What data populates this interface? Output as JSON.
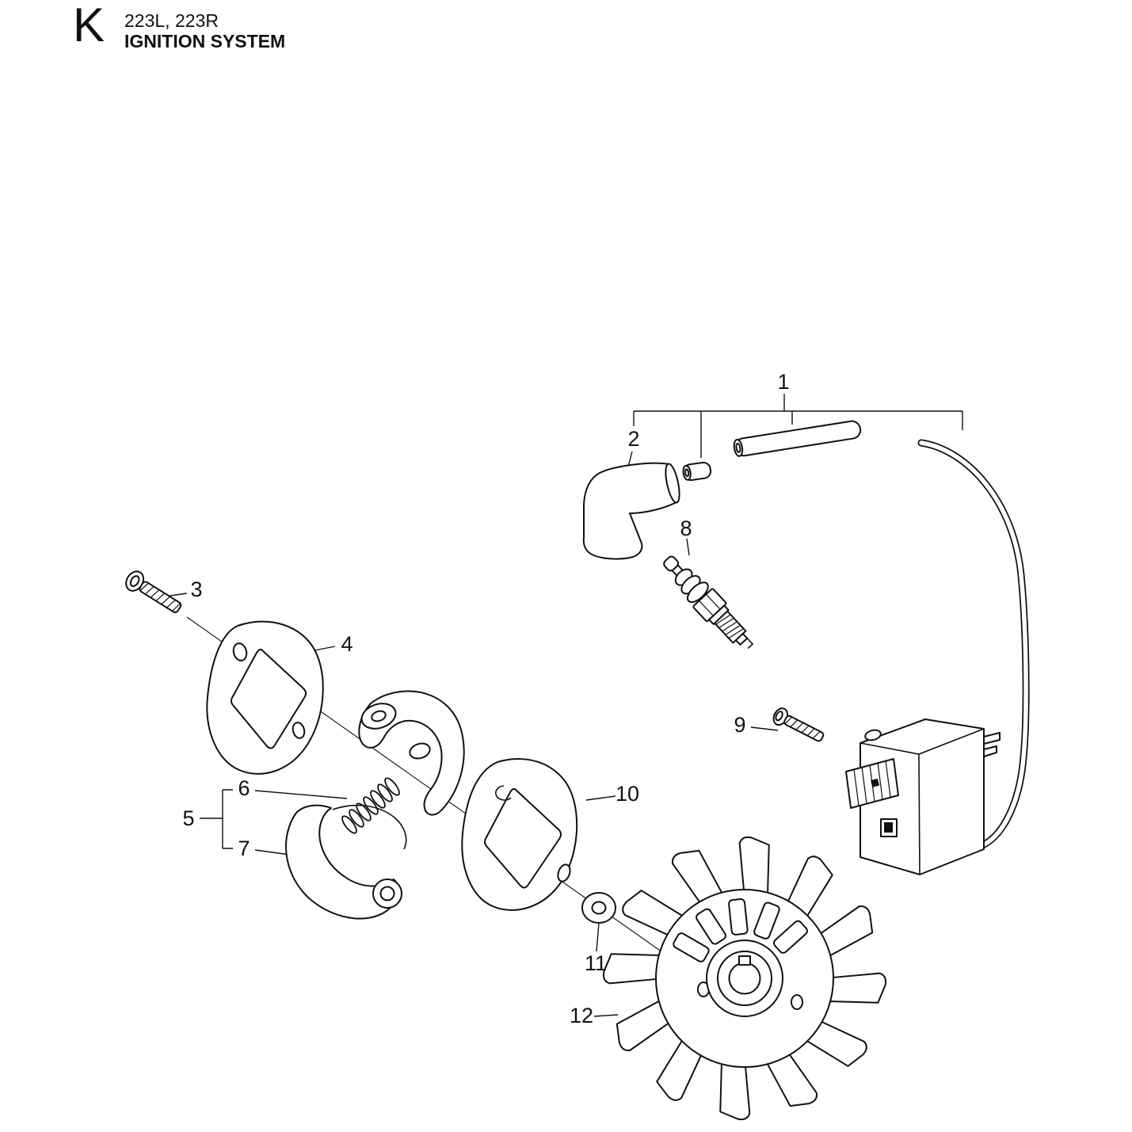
{
  "ink": "#111111",
  "header": {
    "section_letter": "K",
    "models": "223L, 223R",
    "title": "IGNITION SYSTEM"
  },
  "labels": [
    {
      "id": "1"
    },
    {
      "id": "2"
    },
    {
      "id": "3"
    },
    {
      "id": "4"
    },
    {
      "id": "5"
    },
    {
      "id": "6"
    },
    {
      "id": "7"
    },
    {
      "id": "8"
    },
    {
      "id": "9"
    },
    {
      "id": "10"
    },
    {
      "id": "11"
    },
    {
      "id": "12"
    }
  ]
}
